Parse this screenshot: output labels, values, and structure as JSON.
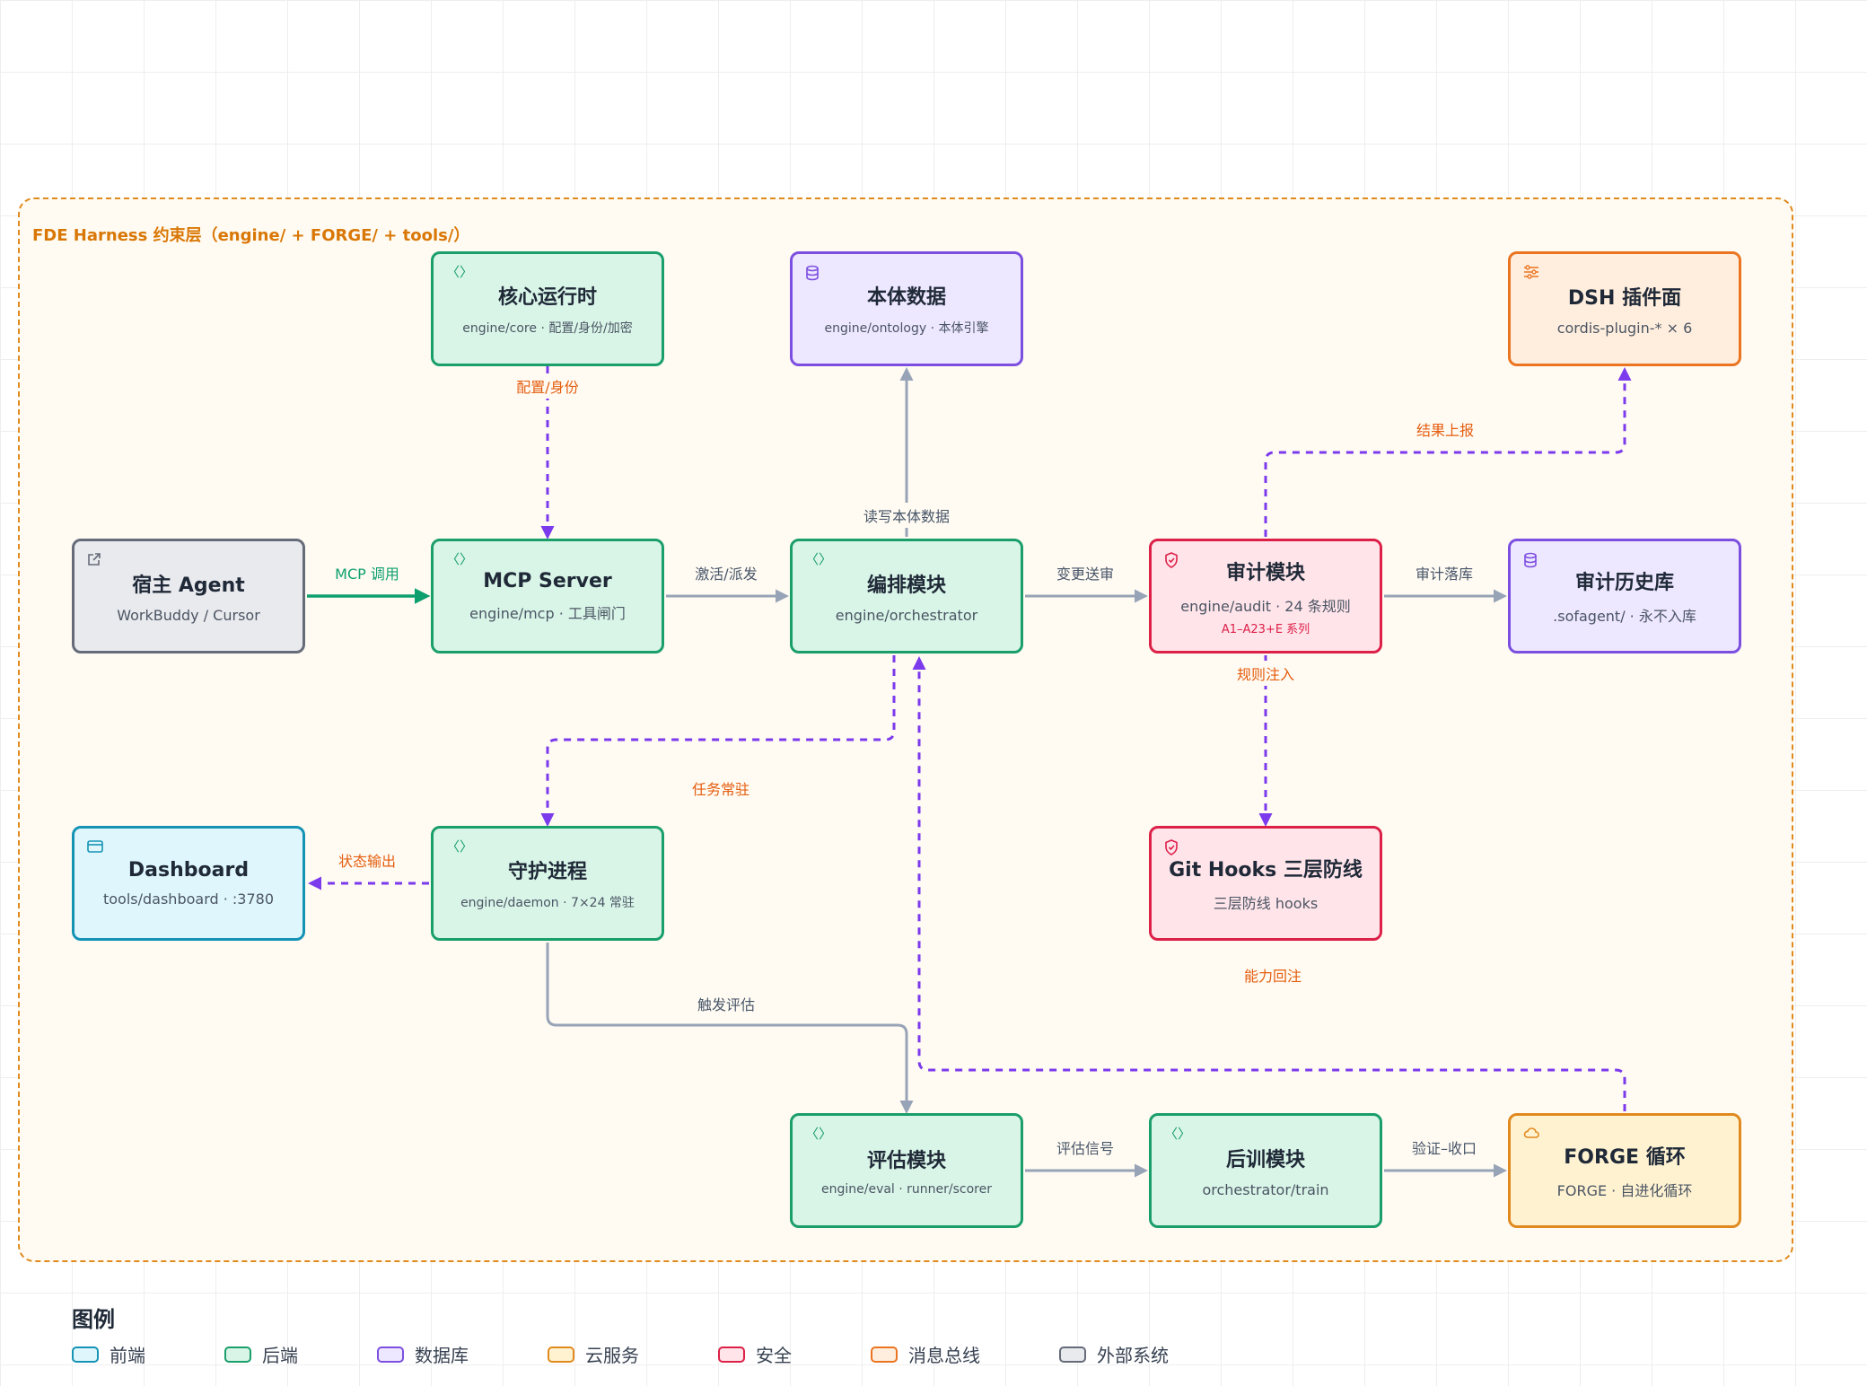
{
  "group": {
    "title": "FDE Harness 约束层（engine/ + FORGE/ + tools/）"
  },
  "nodes": {
    "core": {
      "icon": "code-icon",
      "title": "核心运行时",
      "sub": "engine/core · 配置/身份/加密"
    },
    "ontology": {
      "icon": "database-icon",
      "title": "本体数据",
      "sub": "engine/ontology · 本体引擎"
    },
    "dsh": {
      "icon": "sliders-icon",
      "title": "DSH 插件面",
      "sub": "cordis-plugin-* × 6"
    },
    "host": {
      "icon": "external-link-icon",
      "title": "宿主 Agent",
      "sub": "WorkBuddy / Cursor"
    },
    "mcp": {
      "icon": "code-icon",
      "title": "MCP Server",
      "sub": "engine/mcp · 工具闸门"
    },
    "orchestrator": {
      "icon": "code-icon",
      "title": "编排模块",
      "sub": "engine/orchestrator"
    },
    "audit": {
      "icon": "shield-icon",
      "title": "审计模块",
      "sub": "engine/audit · 24 条规则",
      "extra": "A1–A23+E 系列"
    },
    "history": {
      "icon": "database-icon",
      "title": "审计历史库",
      "sub": ".sofagent/ · 永不入库"
    },
    "dashboard": {
      "icon": "browser-window-icon",
      "title": "Dashboard",
      "sub": "tools/dashboard · :3780"
    },
    "daemon": {
      "icon": "code-icon",
      "title": "守护进程",
      "sub": "engine/daemon · 7×24 常驻"
    },
    "githooks": {
      "icon": "shield-icon",
      "title": "Git Hooks 三层防线",
      "sub": "三层防线 hooks"
    },
    "eval": {
      "icon": "code-icon",
      "title": "评估模块",
      "sub": "engine/eval · runner/scorer"
    },
    "train": {
      "icon": "code-icon",
      "title": "后训模块",
      "sub": "orchestrator/train"
    },
    "forge": {
      "icon": "cloud-icon",
      "title": "FORGE 循环",
      "sub": "FORGE · 自进化循环"
    }
  },
  "edges": {
    "config_identity": "配置/身份",
    "result_report": "结果上报",
    "mcp_call": "MCP 调用",
    "activate_dispatch": "激活/派发",
    "read_write_ontology": "读写本体数据",
    "change_review": "变更送审",
    "audit_persist": "审计落库",
    "rule_inject": "规则注入",
    "task_resident": "任务常驻",
    "status_output": "状态输出",
    "capability_backflow": "能力回注",
    "trigger_eval": "触发评估",
    "eval_signal": "评估信号",
    "verify_close": "验证–收口"
  },
  "legend": {
    "title": "图例",
    "items": [
      {
        "label": "前端",
        "color": "#1593b5",
        "fill": "#dff7fc"
      },
      {
        "label": "后端",
        "color": "#1a9e6a",
        "fill": "#d9f5e8"
      },
      {
        "label": "数据库",
        "color": "#7c4fe0",
        "fill": "#ede7ff"
      },
      {
        "label": "云服务",
        "color": "#e08a1e",
        "fill": "#fff2d1"
      },
      {
        "label": "安全",
        "color": "#dc2048",
        "fill": "#ffe4ea"
      },
      {
        "label": "消息总线",
        "color": "#ea7420",
        "fill": "#ffeede"
      },
      {
        "label": "外部系统",
        "color": "#656b78",
        "fill": "#e9eaee"
      }
    ]
  },
  "colors": {
    "flow_gray": "#97a3b6",
    "flow_purple": "#7c3aed",
    "flow_green": "#0e9f6e",
    "label_orange": "#e45d10",
    "label_gray": "#475569",
    "label_green": "#0e9f6e"
  }
}
